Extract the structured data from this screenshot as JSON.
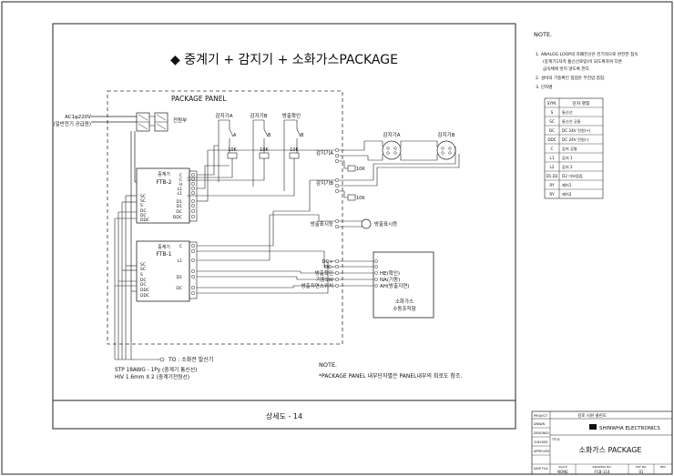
{
  "drawing": {
    "title": "◆ 중계기 + 감지기 + 소화가스PACKAGE",
    "panel_label": "PACKAGE PANEL",
    "power_source_l1": "AC1φ220V",
    "power_source_l2": "(일반전기 공급원)",
    "power_switch_label": "전원부",
    "detector_contacts": [
      {
        "label": "감지기A",
        "tag": "A"
      },
      {
        "label": "감지기B",
        "tag": "B"
      },
      {
        "label": "방출확인",
        "tag": "B"
      }
    ],
    "resistor_label": "10K",
    "module_upper": {
      "name": "중계기",
      "code": "FTB-2"
    },
    "module_lower": {
      "name": "중계기",
      "code": "FTB-1"
    },
    "module_terminals_left": [
      "SC",
      "SC",
      "S",
      "DC",
      "DC",
      "DDC",
      "DDC"
    ],
    "module_terminals_right_upper": [
      "C",
      "C",
      "H",
      "L1",
      "L1",
      "D1",
      "D1",
      "DC",
      "DDC"
    ],
    "module_terminals_right_lower": [
      "C",
      "L1",
      "D1",
      "DC"
    ],
    "field_right": {
      "det_a": "감지기A",
      "det_b": "감지기B",
      "field_det_a": "감지기A",
      "field_det_b": "감지기B",
      "resistor": "10K",
      "discharge_lamp": "방출표시등",
      "discharge_lamp_field": "방출표시등"
    },
    "control_signals": [
      "DC+",
      "DC-",
      "방출확인",
      "기동SW",
      "방출지연스위치"
    ],
    "control_outputs": [
      "HE(확인)",
      "NA(기동)",
      "AH(방출지연)"
    ],
    "gas_panel_l1": "소화가스",
    "gas_panel_l2": "수동조작함",
    "to_receiver": "TO : 소화전 발신기",
    "cable_1": "STP 18AWG - 1Py (중계기 통신선)",
    "cable_2": "HIV 1.6mm X 2 (중계기전원선)",
    "note_title": "NOTE.",
    "note_text": "*PACKAGE PANEL 내부단자별은  PANEL내부의 회로도 참조.",
    "sheet_label": "상세도 - 14"
  },
  "side_notes": {
    "title": "NOTE.",
    "items": [
      "1. ANALOG LOOP의 차폐전선은 전기적으로 완전한 접속",
      "(중계기1차측 통신선로망)이 되도록하며 다른",
      "금속체에 닿지 않도록 한다.",
      "2. 설비의 기동확인 접점은 무전압 접점.",
      "3. 단자명"
    ]
  },
  "terminal_table": {
    "headers": [
      "SYM.",
      "단자 명칭"
    ],
    "rows": [
      [
        "S",
        "통신선"
      ],
      [
        "SC",
        "통신선 공통"
      ],
      [
        "DC",
        "DC 24V 전원(+)"
      ],
      [
        "DDC",
        "DC 24V 전원(-)"
      ],
      [
        "C",
        "감지 공통"
      ],
      [
        "L1",
        "감지 1"
      ],
      [
        "L2",
        "감지 2"
      ],
      [
        "D1.D2",
        "D2 이보접점"
      ],
      [
        "RY",
        "제어1"
      ],
      [
        "RY",
        "제어2"
      ]
    ]
  },
  "title_block": {
    "project_label": "PROJECT",
    "project_value": "김포 시원 클린도",
    "row_labels": [
      "DRAWN",
      "DESIGNED",
      "CHECKED",
      "APPROVED",
      "DATE FILE"
    ],
    "company": "SHINWHA ELECTRONICS",
    "title_label": "TITLE",
    "drawing_title": "소화가스 PACKAGE",
    "bottom_labels": [
      "SCALE",
      "DRAWING NO.",
      "SHT NO.",
      "REV"
    ],
    "bottom_values": [
      "NONE",
      "FCB-114",
      "01",
      ""
    ]
  }
}
